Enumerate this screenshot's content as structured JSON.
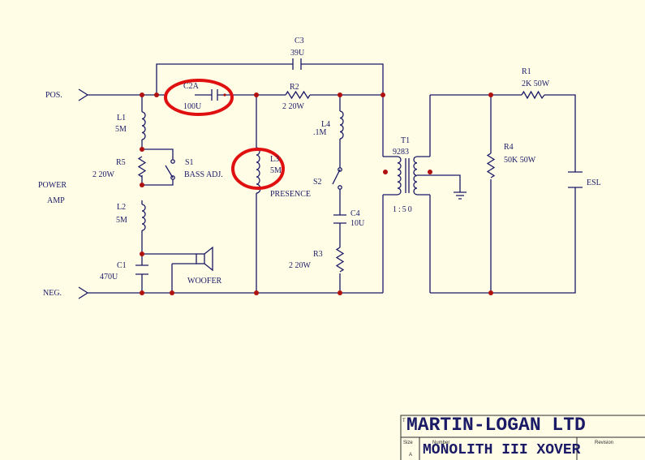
{
  "labels": {
    "pos": "POS.",
    "neg": "NEG.",
    "power": "POWER",
    "amp": "AMP",
    "c3": "C3",
    "c3_val": "39U",
    "c2a": "C2A",
    "c2a_val": "100U",
    "r2": "R2",
    "r2_val": "2 20W",
    "r1": "R1",
    "r1_val": "2K 50W",
    "l1": "L1",
    "l1_val": "5M",
    "r5": "R5",
    "r5_val": "2 20W",
    "l2": "L2",
    "l2_val": "5M",
    "c1": "C1",
    "c1_val": "470U",
    "s1": "S1",
    "bass_adj": "BASS ADJ.",
    "woofer": "WOOFER",
    "l3": "L3",
    "l3_val": "5M",
    "presence": "PRESENCE",
    "l4": "L4",
    "l4_val": ".1M",
    "s2": "S2",
    "c4": "C4",
    "c4_val": "10U",
    "r3": "R3",
    "r3_val": "2 20W",
    "t1": "T1",
    "t1_val": "9283",
    "ratio": "1:50",
    "r4": "R4",
    "r4_val": "50K 50W",
    "esl": "ESL"
  },
  "title_block": {
    "company": "MARTIN-LOGAN LTD",
    "title": "MONOLITH III XOVER",
    "size_label": "Size",
    "size_value": "A",
    "number_label": "Number",
    "revision_label": "Revision",
    "t_label": "T"
  },
  "colors": {
    "background": "#fffde6",
    "wire": "#1a1a66",
    "junction": "#b01010",
    "highlight": "#e01010"
  }
}
